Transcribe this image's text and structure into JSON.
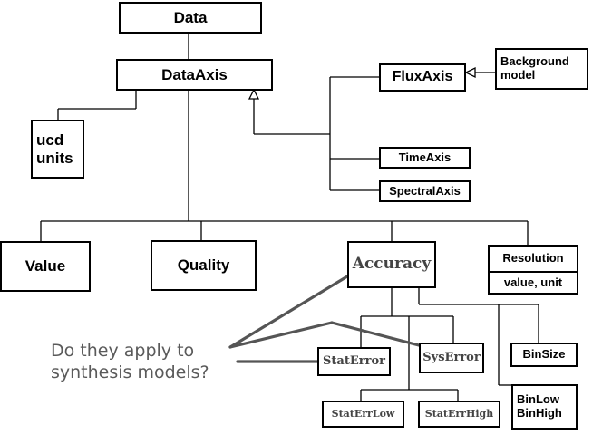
{
  "diagram": {
    "boxes": {
      "data": "Data",
      "data_axis": "DataAxis",
      "flux_axis": "FluxAxis",
      "background_model": [
        "Background",
        "model"
      ],
      "ucd_units": [
        "ucd",
        "units"
      ],
      "time_axis": "TimeAxis",
      "spectral_axis": "SpectralAxis",
      "value": "Value",
      "quality": "Quality",
      "accuracy": "Accuracy",
      "resolution": {
        "title": "Resolution",
        "detail": "value, unit"
      },
      "stat_error": "StatError",
      "sys_error": "SysError",
      "bin_size": "BinSize",
      "bin_low_high": [
        "BinLow",
        "BinHigh"
      ],
      "stat_err_low": "StatErrLow",
      "stat_err_high": "StatErrHigh"
    },
    "question": [
      "Do they apply to",
      "synthesis models?"
    ]
  },
  "colors": {
    "lines": "#000000",
    "pointer": "#555555",
    "question_text": "#5a5a5a"
  }
}
